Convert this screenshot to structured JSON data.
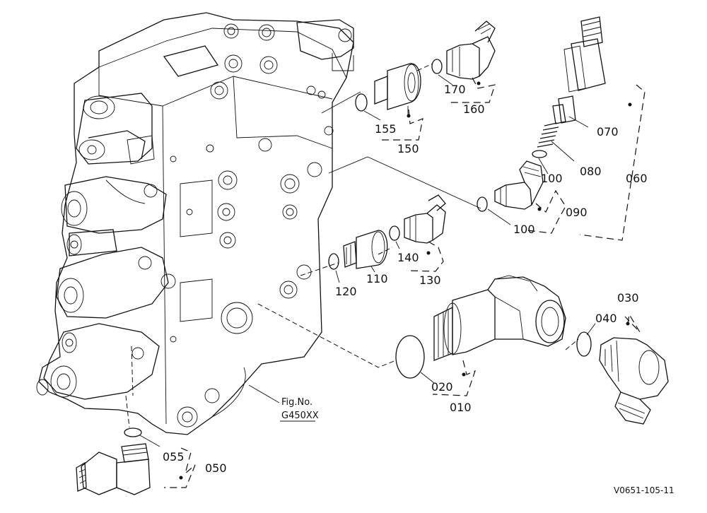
{
  "diagram": {
    "callouts": {
      "c010": "010",
      "c020": "020",
      "c030": "030",
      "c040": "040",
      "c050": "050",
      "c055": "055",
      "c060": "060",
      "c070": "070",
      "c080": "080",
      "c090": "090",
      "c100a": "100",
      "c100b": "100",
      "c110": "110",
      "c120": "120",
      "c130": "130",
      "c140": "140",
      "c150": "150",
      "c155": "155",
      "c160": "160",
      "c170": "170"
    },
    "fig_note": {
      "line1": "Fig.No.",
      "line2": "G450XX"
    },
    "reference_code": "V0651-105-11"
  }
}
